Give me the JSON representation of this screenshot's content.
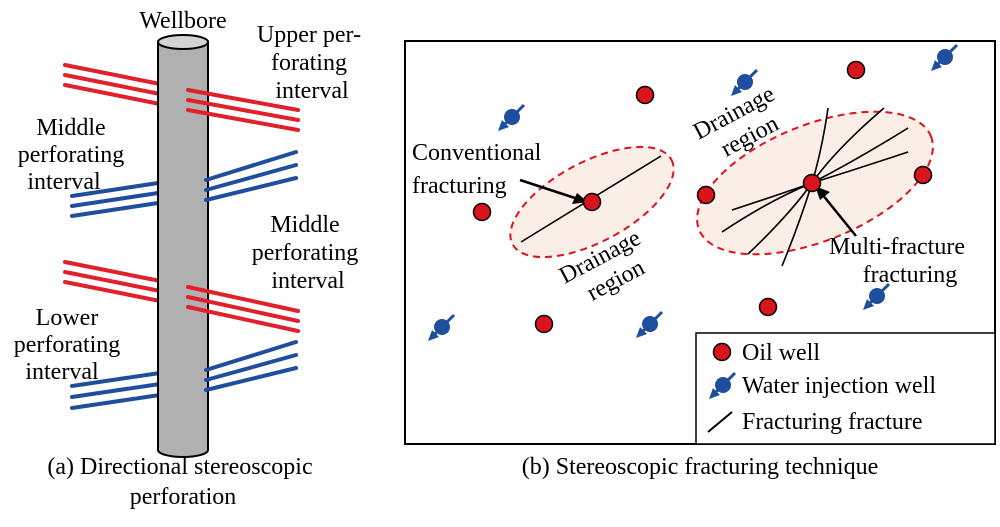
{
  "panel_a": {
    "wellbore_label": "Wellbore",
    "upper_label": [
      "Upper per-",
      "forating",
      "interval"
    ],
    "middle_left_label": [
      "Middle",
      "perforating",
      "interval"
    ],
    "middle_right_label": [
      "Middle",
      "perforating",
      "interval"
    ],
    "lower_label": [
      "Lower",
      "perforating",
      "interval"
    ],
    "caption": [
      "(a) Directional stereoscopic",
      "perforation"
    ]
  },
  "panel_b": {
    "conventional_label": [
      "Conventional",
      "fracturing"
    ],
    "drainage_left": [
      "Drainage",
      "region"
    ],
    "drainage_right": [
      "Drainage",
      "region"
    ],
    "multi_label": [
      "Multi-fracture",
      "fracturing"
    ],
    "legend": {
      "oil_well": "Oil well",
      "water_injection_well": "Water injection well",
      "fracturing_fracture": "Fracturing fracture"
    },
    "caption": "(b) Stereoscopic fracturing technique"
  },
  "colors": {
    "red_perforation": "#e0202a",
    "blue_perforation": "#1f4e9e",
    "oil_well": "#d9141c",
    "water_well": "#1f4e9e",
    "wellbore_fill": "#b0b0b0",
    "drainage_fill": "#fbeee6",
    "drainage_stroke": "#d9141c"
  }
}
